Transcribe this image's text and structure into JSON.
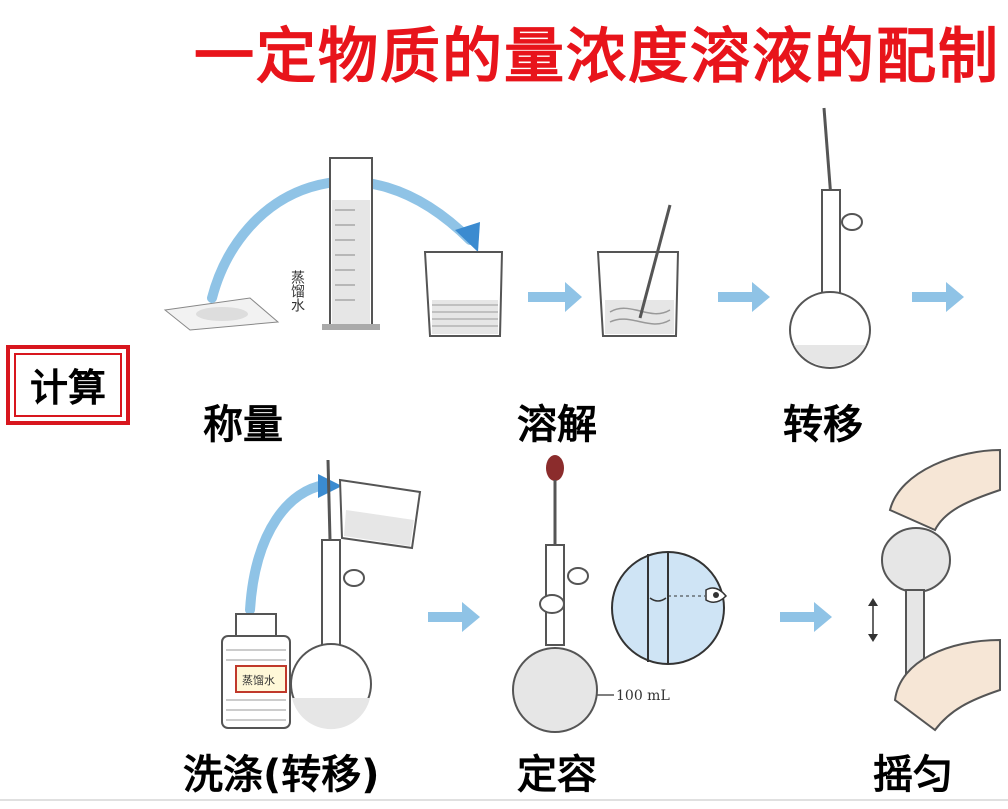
{
  "title": "一定物质的量浓度溶液的配制",
  "calc_label": "计算",
  "steps": {
    "weigh": "称量",
    "dissolve": "溶解",
    "transfer": "转移",
    "wash": "洗涤(转移)",
    "volume": "定容",
    "shake": "摇匀"
  },
  "annotations": {
    "distilled_water_cylinder": "蒸馏水",
    "distilled_water_bottle": "蒸馏水",
    "flask_volume": "100 mL"
  },
  "colors": {
    "title": "#e8141b",
    "arrow": "#8fc3e6",
    "box_border": "#d8161e"
  }
}
